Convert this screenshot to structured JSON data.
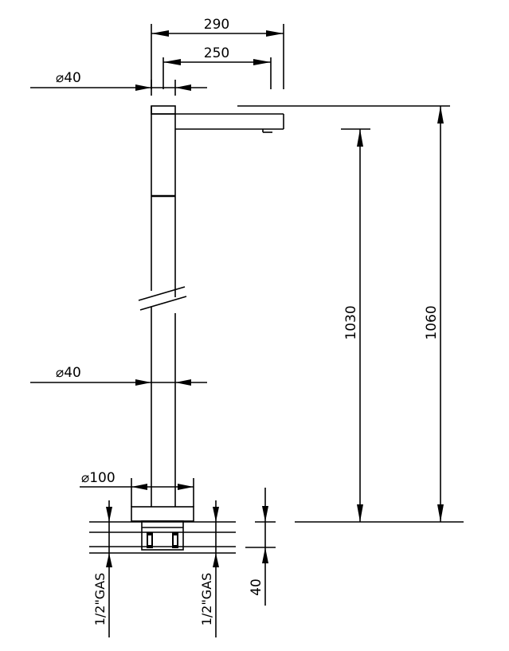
{
  "drawing": {
    "dim_width_total": "290",
    "dim_width_spout": "250",
    "dim_dia_top": "⌀40",
    "dim_dia_mid": "⌀40",
    "dim_dia_base": "⌀100",
    "dim_height_spout": "1030",
    "dim_height_total": "1060",
    "dim_base_depth": "40",
    "conn_left": "1/2\"GAS",
    "conn_right": "1/2\"GAS"
  }
}
